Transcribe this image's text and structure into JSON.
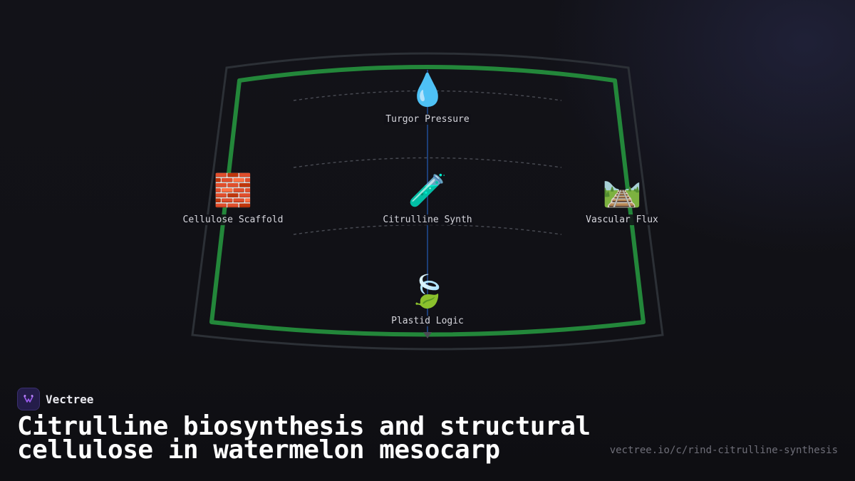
{
  "diagram": {
    "nodes": [
      {
        "id": "turgor",
        "label": "Turgor Pressure",
        "icon": "droplet-icon",
        "emoji": "💧"
      },
      {
        "id": "cellulose",
        "label": "Cellulose Scaffold",
        "icon": "brick-icon",
        "emoji": "🧱"
      },
      {
        "id": "citrulline",
        "label": "Citrulline Synth",
        "icon": "test-tube-icon",
        "emoji": "🧪"
      },
      {
        "id": "vascular",
        "label": "Vascular Flux",
        "icon": "railway-track-icon",
        "emoji": "🛤️"
      },
      {
        "id": "plastid",
        "label": "Plastid Logic",
        "icon": "leaf-fluttering-icon",
        "emoji": "🍃"
      }
    ],
    "colors": {
      "outer_frame": "#2c3036",
      "inner_frame": "#23873a",
      "axis": "#1f4a8e",
      "dashed_arcs": "#4a4c54"
    }
  },
  "brand": {
    "name": "Vectree",
    "logo_icon": "vectree-logo-icon",
    "logo_color": "#9b5cf0"
  },
  "title": "Citrulline biosynthesis and structural cellulose in watermelon mesocarp",
  "url": "vectree.io/c/rind-citrulline-synthesis"
}
